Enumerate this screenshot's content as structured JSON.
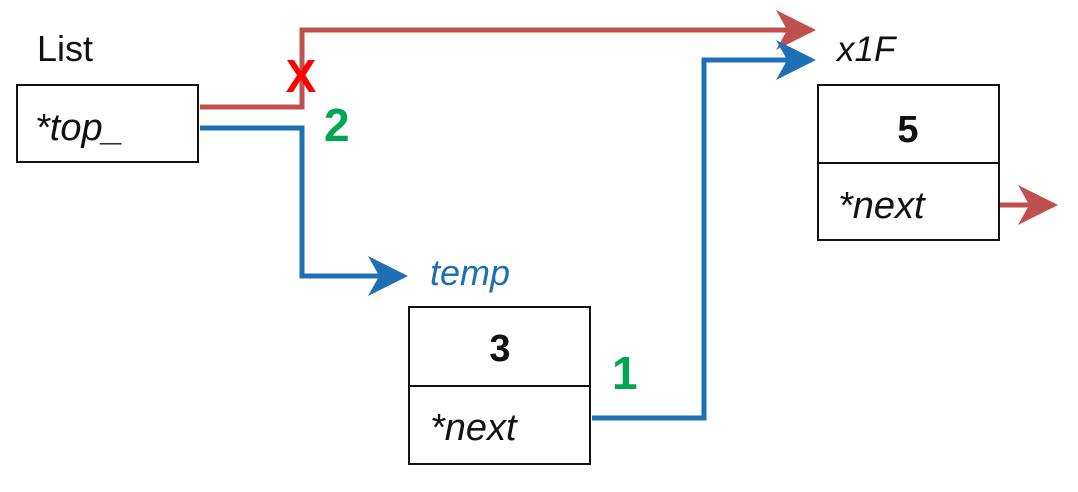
{
  "labels": {
    "list_title": "List",
    "top_field": "*top_",
    "node_address": "x1F",
    "temp_label": "temp"
  },
  "nodes": {
    "node_1": {
      "value": "5",
      "next_field": "*next"
    },
    "node_2": {
      "value": "3",
      "next_field": "*next"
    }
  },
  "annotations": {
    "removed_mark": "X",
    "step_1": "1",
    "step_2": "2"
  },
  "colors": {
    "old_link": "#C0504D",
    "new_link": "#1F6FB5",
    "step_number": "#00A651",
    "removed_mark": "#FF0000",
    "temp_text": "#1F6FB5",
    "box_stroke": "#111111"
  }
}
